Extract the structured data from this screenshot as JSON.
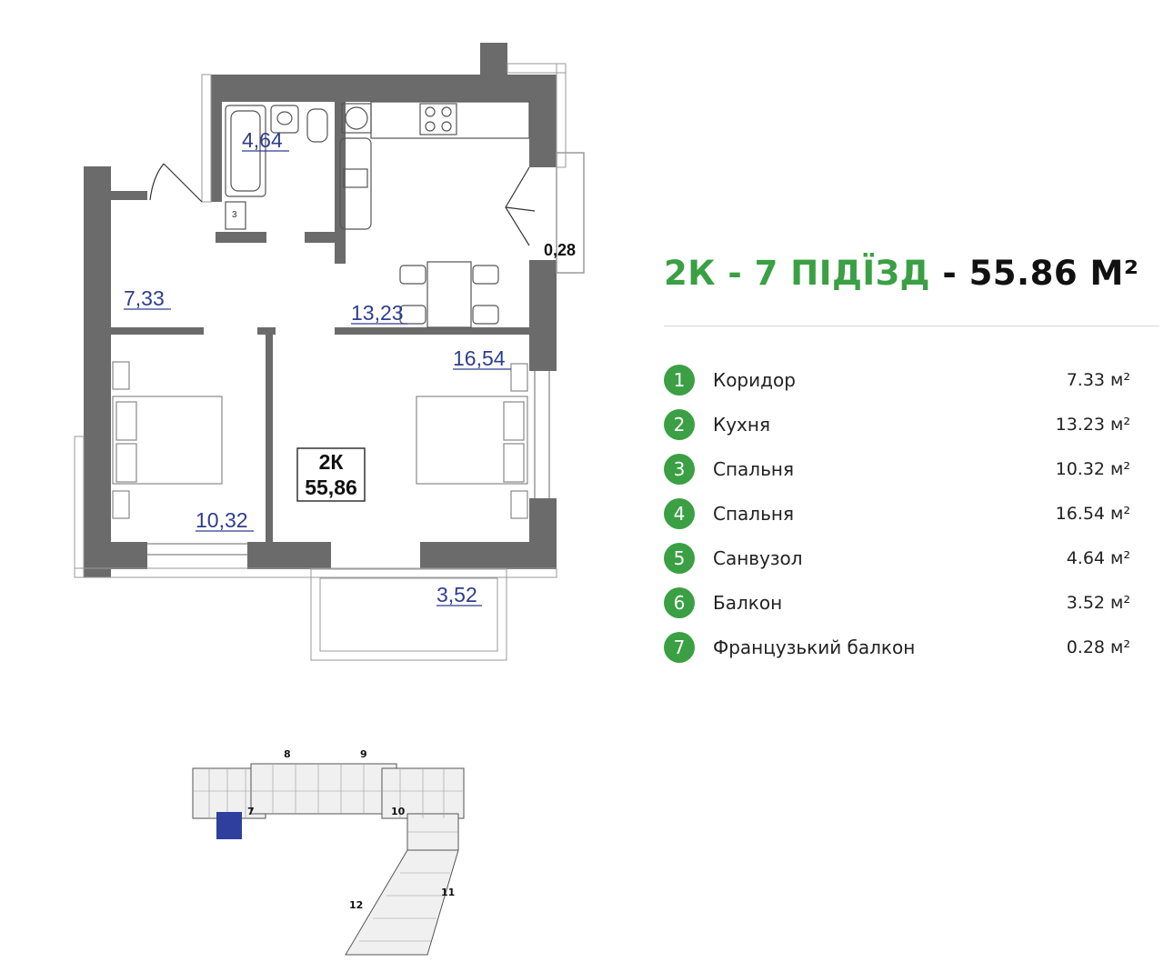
{
  "header": {
    "title_green": "2К - 7 ПІДЇЗД",
    "title_dark": "- 55.86 М²"
  },
  "rooms": [
    {
      "num": "1",
      "name": "Коридор",
      "area": "7.33 м²"
    },
    {
      "num": "2",
      "name": "Кухня",
      "area": "13.23 м²"
    },
    {
      "num": "3",
      "name": "Спальня",
      "area": "10.32 м²"
    },
    {
      "num": "4",
      "name": "Спальня",
      "area": "16.54 м²"
    },
    {
      "num": "5",
      "name": "Санвузол",
      "area": "4.64 м²"
    },
    {
      "num": "6",
      "name": "Балкон",
      "area": "3.52 м²"
    },
    {
      "num": "7",
      "name": "Французький балкон",
      "area": "0.28 м²"
    }
  ],
  "plan": {
    "labels": {
      "bath": "4,64",
      "corridor": "7,33",
      "kitchen": "13,23",
      "bedroom_big": "16,54",
      "bedroom_small": "10,32",
      "balcony": "3,52",
      "french_balcony": "0,28",
      "bath_small": "3"
    },
    "box_type": "2К",
    "box_area": "55,86"
  },
  "site_plan": {
    "sections": [
      "7",
      "8",
      "9",
      "10",
      "11",
      "12"
    ]
  },
  "colors": {
    "green": "#3aa043",
    "wall": "#6b6b6b",
    "label_blue": "#2f3d8f",
    "highlight": "#2e3f9e"
  }
}
